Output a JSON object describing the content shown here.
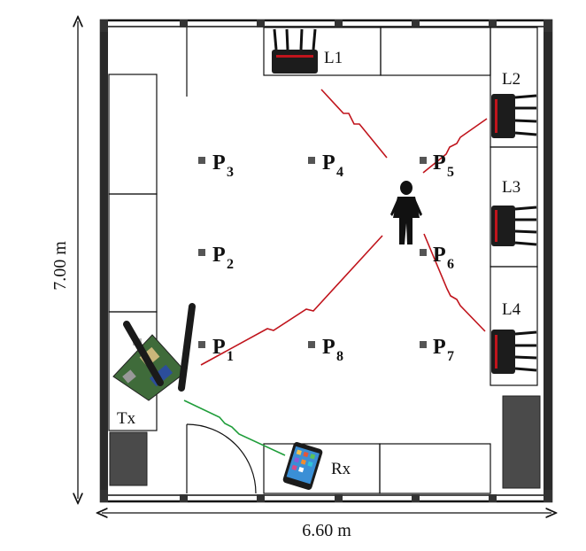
{
  "dimensions": {
    "height": "7.00 m",
    "width": "6.60 m"
  },
  "devices": {
    "L1": "L1",
    "L2": "L2",
    "L3": "L3",
    "L4": "L4",
    "tx": "Tx",
    "rx": "Rx"
  },
  "points": [
    {
      "letter": "P",
      "sub": "3"
    },
    {
      "letter": "P",
      "sub": "4"
    },
    {
      "letter": "P",
      "sub": "5"
    },
    {
      "letter": "P",
      "sub": "2"
    },
    {
      "letter": "P",
      "sub": "6"
    },
    {
      "letter": "P",
      "sub": "1"
    },
    {
      "letter": "P",
      "sub": "8"
    },
    {
      "letter": "P",
      "sub": "7"
    }
  ],
  "colors": {
    "wall": "#111111",
    "furniture_dark": "#4a4a4a",
    "signal_red": "#c0141c",
    "signal_green": "#1f9d3a",
    "point_marker": "#555555"
  },
  "icons": {
    "router": "wifi-router-icon",
    "transmitter": "sdr-board-icon",
    "receiver": "smartphone-icon",
    "person": "person-icon"
  }
}
